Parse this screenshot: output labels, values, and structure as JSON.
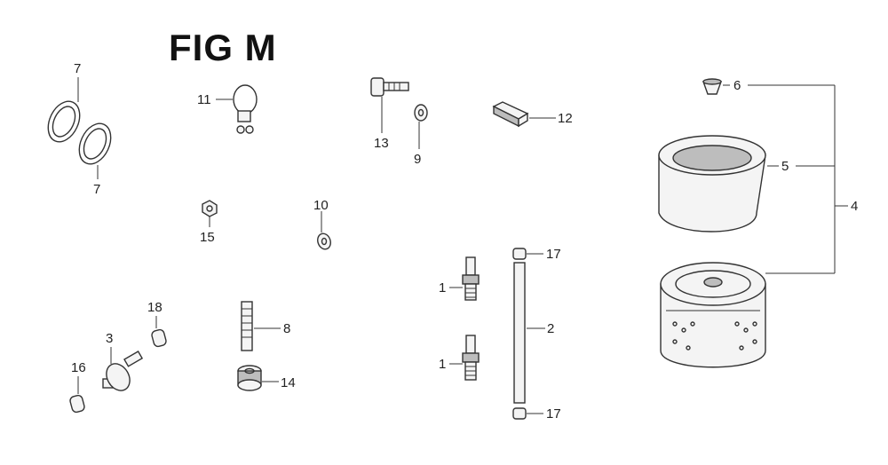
{
  "figure": {
    "title": "FIG M"
  },
  "callouts": {
    "c1a": "1",
    "c1b": "1",
    "c2": "2",
    "c3": "3",
    "c4": "4",
    "c5": "5",
    "c6": "6",
    "c7a": "7",
    "c7b": "7",
    "c8": "8",
    "c9": "9",
    "c10": "10",
    "c11": "11",
    "c12": "12",
    "c13": "13",
    "c14": "14",
    "c15": "15",
    "c16": "16",
    "c17a": "17",
    "c17b": "17",
    "c18": "18"
  },
  "parts": [
    "o-ring-top",
    "o-ring-bottom",
    "hose-clamp",
    "bolt",
    "washer",
    "joint-pin",
    "cap-nut",
    "outer-foam-element",
    "paper-filter-element",
    "nut-small",
    "washer-small",
    "spark-plug-upper",
    "spark-plug-lower",
    "rod",
    "stud-bolt",
    "grommet",
    "breather-valve",
    "clip-16",
    "clip-18",
    "clip-17-top",
    "clip-17-bottom"
  ]
}
